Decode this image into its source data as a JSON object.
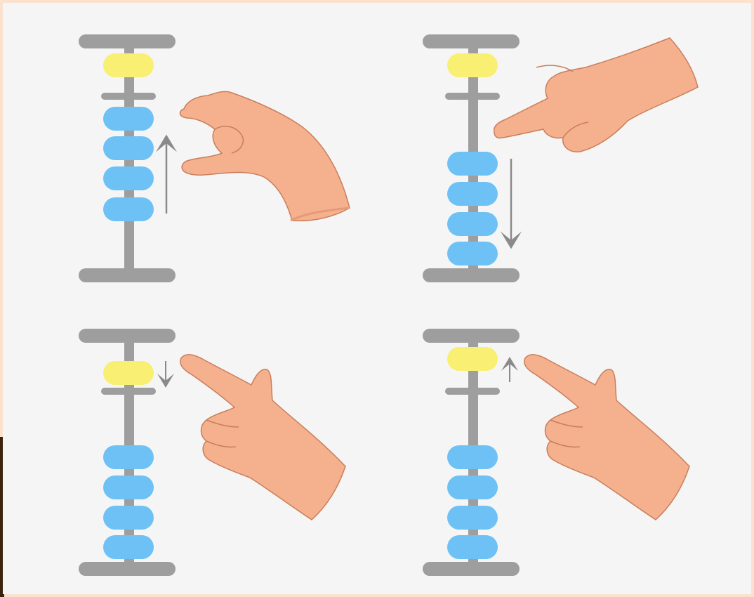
{
  "colors": {
    "background": "#f5f5f5",
    "frame": "#fbe2cf",
    "rod": "#9e9e9e",
    "earth_bead": "#6ec1f5",
    "heaven_bead": "#f8ef73",
    "skin": "#f5b08d",
    "skin_shadow": "#e59a78",
    "arrow": "#8a8a8a"
  },
  "panels": [
    {
      "id": "earth-bead-push-up",
      "action": "thumb-and-index-pinch-push-up",
      "heaven_bead_position": "top",
      "earth_beads_position": "up",
      "earth_bead_count": 4,
      "arrow": "up",
      "hand": "pinch"
    },
    {
      "id": "earth-bead-push-down",
      "action": "index-finger-push-down",
      "heaven_bead_position": "top",
      "earth_beads_position": "down",
      "earth_bead_count": 4,
      "arrow": "down",
      "hand": "point-from-top"
    },
    {
      "id": "heaven-bead-push-down",
      "action": "index-finger-push-down",
      "heaven_bead_position": "bottom",
      "earth_beads_position": "down",
      "earth_bead_count": 4,
      "arrow": "down",
      "hand": "point-from-below"
    },
    {
      "id": "heaven-bead-push-up",
      "action": "index-finger-push-up",
      "heaven_bead_position": "top",
      "earth_beads_position": "down",
      "earth_bead_count": 4,
      "arrow": "up",
      "hand": "point-from-below"
    }
  ]
}
